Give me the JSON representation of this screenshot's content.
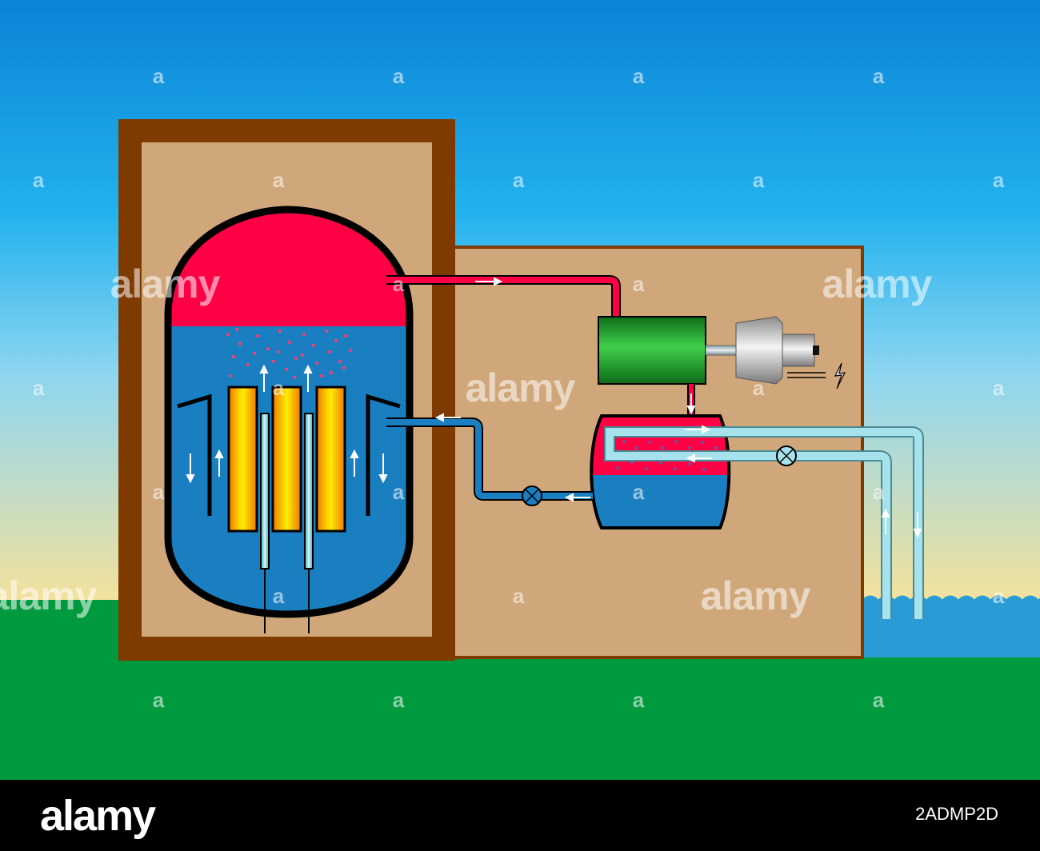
{
  "watermark": {
    "small_text": "a",
    "big_text": "alamy"
  },
  "footer": {
    "brand": "alamy",
    "image_id": "2ADMP2D"
  },
  "colors": {
    "sky_top": "#0a86d8",
    "sky_mid": "#7fd0f0",
    "sky_bottom": "#f5e3a0",
    "ground": "#009a3e",
    "building_wall": "#7f3a00",
    "building_fill": "#d0a77a",
    "steam": "#ff0045",
    "water": "#1a7fc0",
    "cooling_water": "#8fd4e0",
    "turbine": "#1aa030",
    "fuel_rod": "#ffd000",
    "sea": "#2a9bd4"
  },
  "icons": {
    "lightning": "lightning-icon",
    "valve": "valve-icon"
  }
}
